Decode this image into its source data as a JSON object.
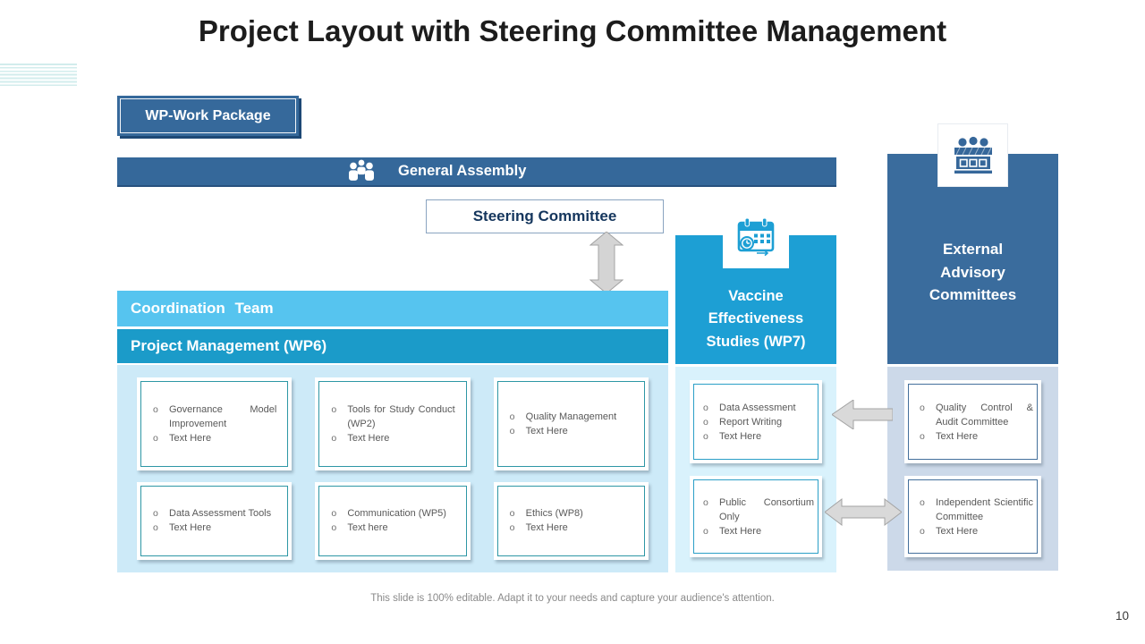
{
  "slide": {
    "title": "Project Layout with Steering Committee Management",
    "footer": "This slide is 100% editable. Adapt it to your needs and capture your audience's attention.",
    "page_number": "10"
  },
  "legend": {
    "wp_label": "WP-Work Package"
  },
  "general_assembly": {
    "label": "General Assembly",
    "icon": "people-group-icon"
  },
  "steering_committee": {
    "label": "Steering Committee"
  },
  "coordination_team": {
    "label": "Coordination Team"
  },
  "project_management": {
    "label": "Project Management (WP6)"
  },
  "work_packages": [
    {
      "items": [
        "Governance Model Improvement",
        "Text Here"
      ]
    },
    {
      "items": [
        "Tools for Study Conduct (WP2)",
        "Text Here"
      ]
    },
    {
      "items": [
        "Quality Management",
        "Text Here"
      ]
    },
    {
      "items": [
        "Data Assessment Tools",
        "Text Here"
      ]
    },
    {
      "items": [
        "Communication (WP5)",
        "Text here"
      ]
    },
    {
      "items": [
        "Ethics (WP8)",
        "Text Here"
      ]
    }
  ],
  "vaccine_studies": {
    "label": "Vaccine Effectiveness Studies (WP7)",
    "icon": "calendar-icon",
    "boxes": [
      {
        "items": [
          "Data Assessment",
          "Report Writing",
          "Text Here"
        ]
      },
      {
        "items": [
          "Public Consortium Only",
          "Text Here"
        ]
      }
    ]
  },
  "external_advisory": {
    "label": "External Advisory Committees",
    "icon": "committee-panel-icon",
    "boxes": [
      {
        "items": [
          "Quality Control & Audit Committee",
          "Text Here"
        ]
      },
      {
        "items": [
          "Independent Scientific Committee",
          "Text Here"
        ]
      }
    ]
  },
  "colors": {
    "steel_blue": "#36699b",
    "steel_blue_dark": "#1d4875",
    "sky_blue": "#56c4ef",
    "mid_cyan": "#1b9bc9",
    "vivid_cyan": "#1d9fd4",
    "container_blue": "#cdeaf8",
    "container_cyan": "#d9f2fc",
    "container_steel": "#ccd9e9",
    "arrow_gray": "#d6d6d6",
    "body_text_gray": "#595959"
  }
}
